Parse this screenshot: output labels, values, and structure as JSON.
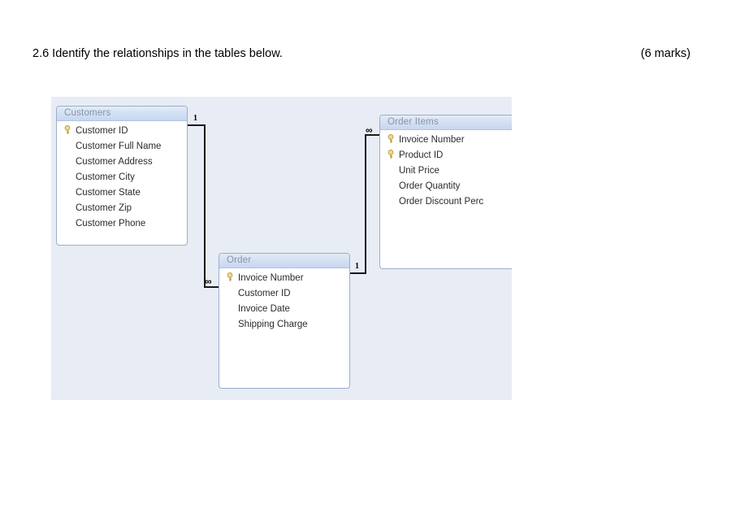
{
  "question": {
    "text": "2.6 Identify the relationships in the tables below.",
    "marks": "(6 marks)"
  },
  "diagram": {
    "type": "entity-relationship-diagram",
    "background_color": "#e8ecf5",
    "tables": [
      {
        "name": "Customers",
        "fields": [
          {
            "label": "Customer ID",
            "primary_key": true
          },
          {
            "label": "Customer Full Name",
            "primary_key": false
          },
          {
            "label": "Customer Address",
            "primary_key": false
          },
          {
            "label": "Customer City",
            "primary_key": false
          },
          {
            "label": "Customer State",
            "primary_key": false
          },
          {
            "label": "Customer Zip",
            "primary_key": false
          },
          {
            "label": "Customer Phone",
            "primary_key": false
          }
        ]
      },
      {
        "name": "Order",
        "fields": [
          {
            "label": "Invoice Number",
            "primary_key": true
          },
          {
            "label": "Customer ID",
            "primary_key": false
          },
          {
            "label": "Invoice Date",
            "primary_key": false
          },
          {
            "label": "Shipping Charge",
            "primary_key": false
          }
        ]
      },
      {
        "name": "Order Items",
        "fields": [
          {
            "label": "Invoice Number",
            "primary_key": true
          },
          {
            "label": "Product ID",
            "primary_key": true
          },
          {
            "label": "Unit Price",
            "primary_key": false
          },
          {
            "label": "Order Quantity",
            "primary_key": false
          },
          {
            "label": "Order Discount Perc",
            "primary_key": false
          }
        ]
      }
    ],
    "relationships": [
      {
        "from_table": "Customers",
        "to_table": "Order",
        "from_cardinality": "1",
        "to_cardinality": "∞"
      },
      {
        "from_table": "Order",
        "to_table": "Order Items",
        "from_cardinality": "1",
        "to_cardinality": "∞"
      }
    ]
  }
}
